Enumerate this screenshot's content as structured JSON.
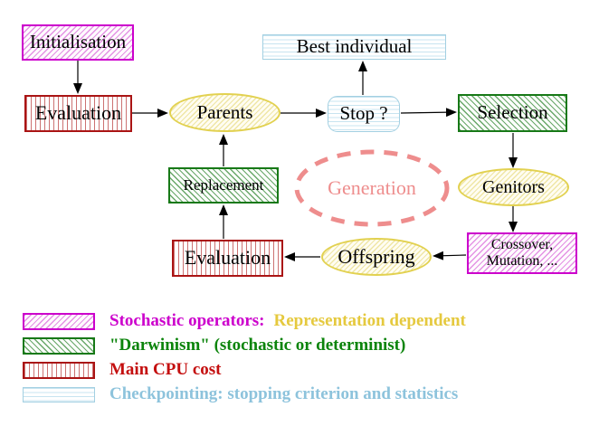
{
  "nodes": {
    "initialisation": "Initialisation",
    "evaluation_top": "Evaluation",
    "parents": "Parents",
    "best_individual": "Best individual",
    "stop": "Stop ?",
    "selection": "Selection",
    "genitors": "Genitors",
    "crossover_line1": "Crossover,",
    "crossover_line2": "Mutation, ...",
    "offspring": "Offspring",
    "evaluation_bottom": "Evaluation",
    "replacement": "Replacement",
    "generation": "Generation"
  },
  "legend": {
    "items": [
      {
        "label": "Stochastic operators:",
        "label2": "Representation dependent"
      },
      {
        "label": "\"Darwinism\" (stochastic or determinist)"
      },
      {
        "label": "Main CPU cost"
      },
      {
        "label": "Checkpointing: stopping criterion and statistics"
      }
    ]
  },
  "colors": {
    "magenta": "#cc00cc",
    "gold": "#e5c93e",
    "green": "#0b840b",
    "red": "#c40f0f",
    "cyan": "#8dc3dc",
    "salmon": "#ee8d8d",
    "yellow_border": "#e2d150",
    "green_border": "#177917",
    "red_border": "#aa1414",
    "cyan_border": "#a3d0e2",
    "arrow": "#000000"
  }
}
